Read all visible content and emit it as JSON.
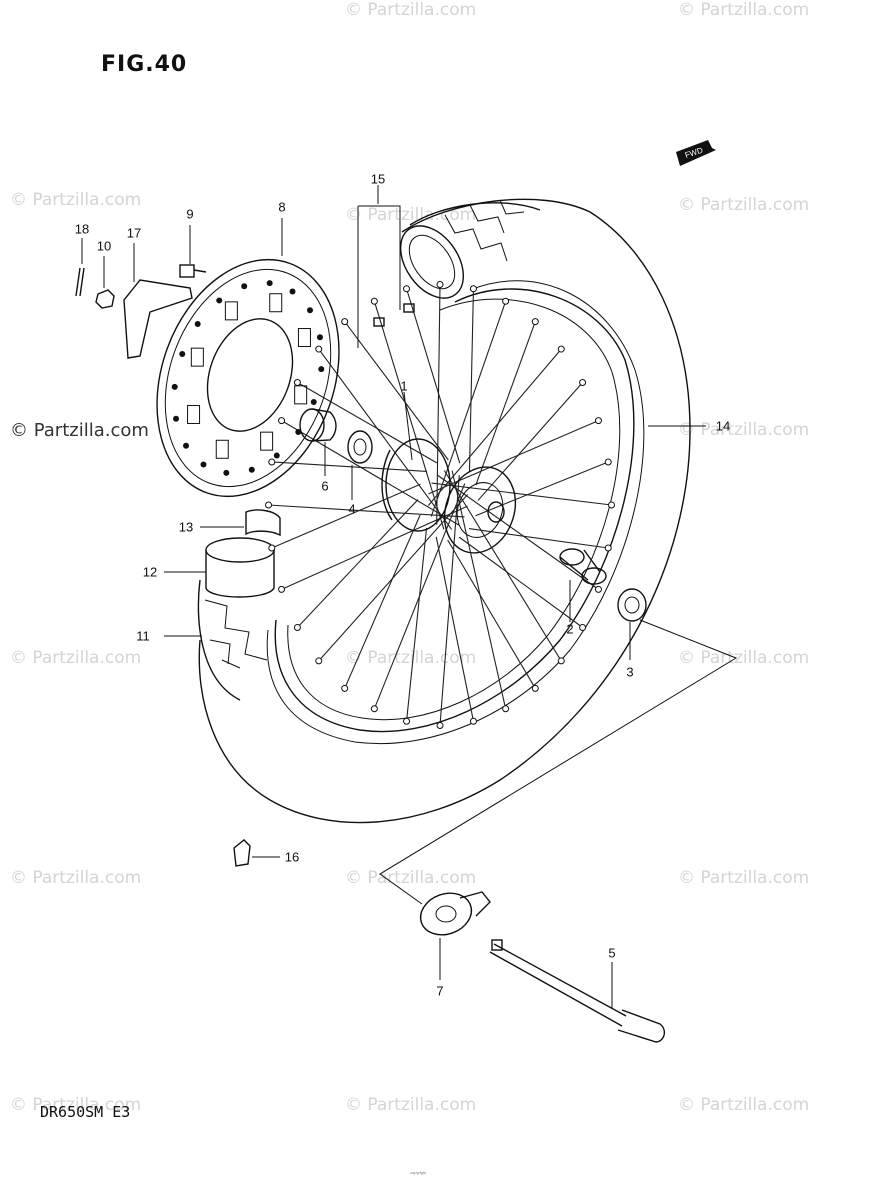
{
  "title": "FIG.40",
  "model_code": "DR650SM  E3",
  "fwd_label": "FWD",
  "copyright_text": "copyright",
  "watermark": {
    "text": "© Partzilla.com",
    "feature_text": "© Partzilla.com"
  },
  "callouts": {
    "c1": "1",
    "c2": "2",
    "c3": "3",
    "c4": "4",
    "c5": "5",
    "c6": "6",
    "c7": "7",
    "c8": "8",
    "c9": "9",
    "c10": "10",
    "c11": "11",
    "c12": "12",
    "c13": "13",
    "c14": "14",
    "c15": "15",
    "c16": "16",
    "c17": "17",
    "c18": "18"
  }
}
